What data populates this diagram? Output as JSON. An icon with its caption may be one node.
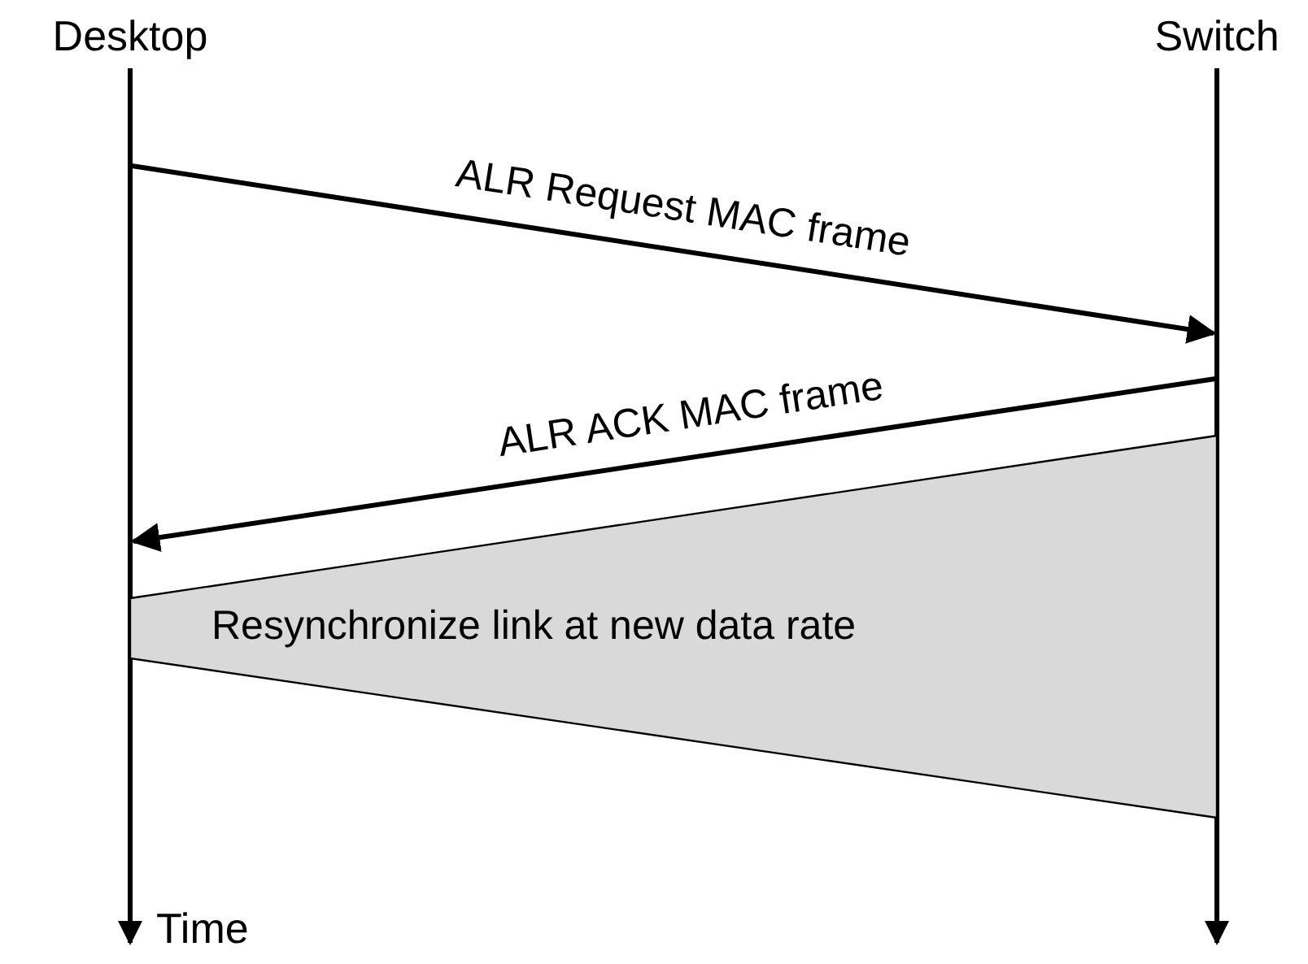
{
  "diagram": {
    "nodes": [
      {
        "text": [
          "Desktop"
        ]
      },
      {
        "text": [
          "Switch"
        ]
      },
      {
        "text": [
          "Resynchronize link at new data rate"
        ]
      }
    ],
    "edges": [
      {
        "from": 0,
        "to": 1,
        "arrow": "to",
        "label": "ALR Request MAC frame"
      },
      {
        "from": 1,
        "to": 0,
        "arrow": "to",
        "label": "ALR ACK MAC frame"
      }
    ],
    "labels": [
      "Time"
    ]
  }
}
